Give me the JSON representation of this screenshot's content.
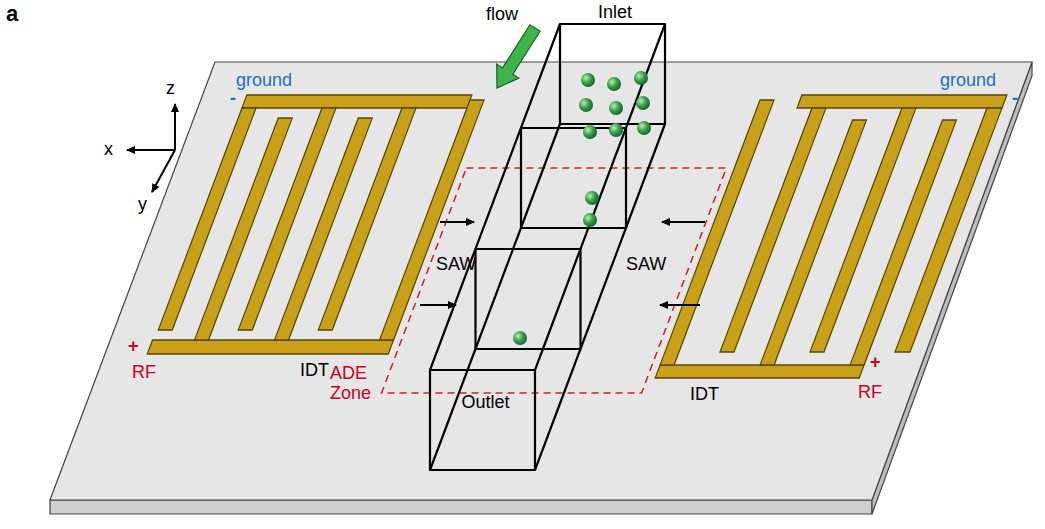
{
  "diagram": {
    "nodes": [
      {
        "text": [
          "Inlet"
        ]
      },
      {
        "text": [
          "Outlet"
        ]
      }
    ],
    "labels": [
      "a",
      "z",
      "x",
      "y",
      "flow",
      "ground",
      "-",
      "ground",
      "-",
      "SAW",
      "SAW",
      "ADE Zone",
      "RF",
      "+",
      "IDT",
      "IDT",
      "RF",
      "+"
    ]
  }
}
